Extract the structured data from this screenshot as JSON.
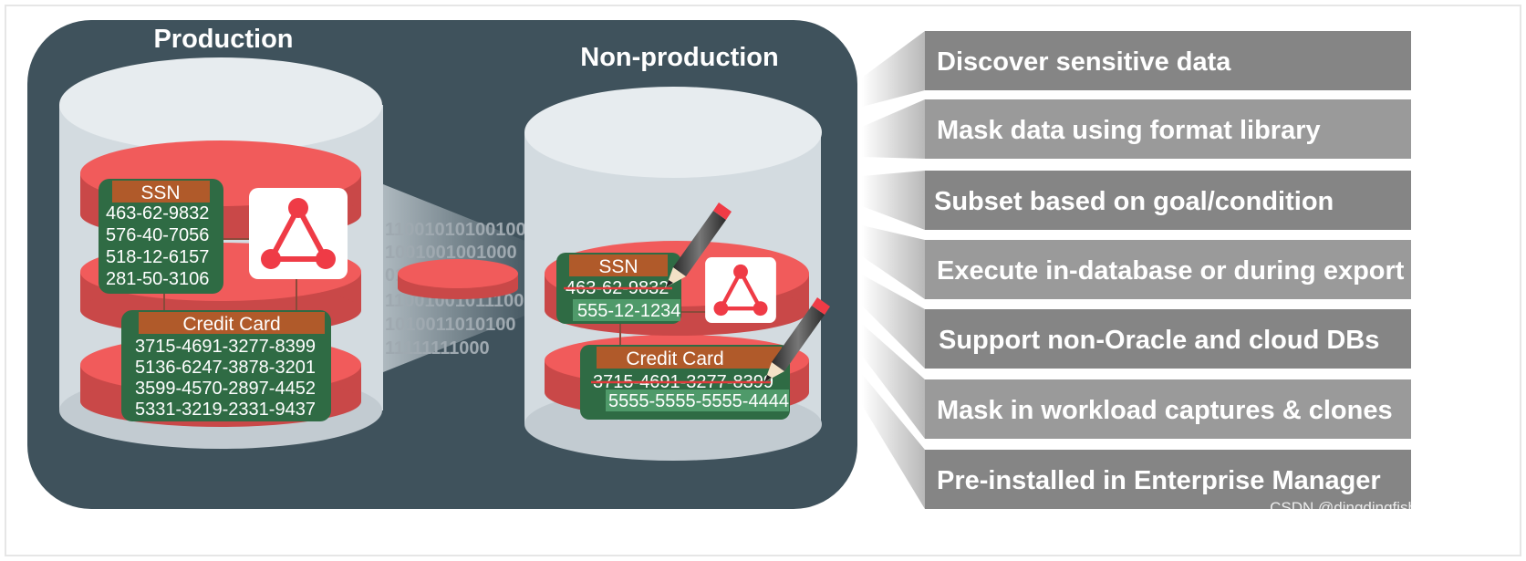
{
  "production": {
    "title": "Production",
    "ssn_label": "SSN",
    "ssn_values": [
      "463-62-9832",
      "576-40-7056",
      "518-12-6157",
      "281-50-3106"
    ],
    "cc_label": "Credit Card",
    "cc_values": [
      "3715-4691-3277-8399",
      "5136-6247-3878-3201",
      "3599-4570-2897-4452",
      "5331-3219-2331-9437"
    ]
  },
  "nonproduction": {
    "title": "Non-production",
    "ssn_label": "SSN",
    "ssn_original": "463-62-9832",
    "ssn_masked": "555-12-1234",
    "cc_label": "Credit Card",
    "cc_original": "3715-4691-3277-8399",
    "cc_masked": "5555-5555-5555-4444"
  },
  "binary_lines": [
    "11001010100100",
    "1001001001000",
    "01",
    "11001001011100",
    "1010011010100",
    "11111111000"
  ],
  "features": [
    "Discover sensitive data",
    "Mask data using format library",
    "Subset based on goal/condition",
    "Execute in-database or during export",
    "Support non-Oracle and cloud DBs",
    "Mask in workload captures & clones",
    "Pre-installed in Enterprise Manager"
  ],
  "watermark": "CSDN @dingdingfish",
  "colors": {
    "panel": "#3f525c",
    "cylinder": "#d3dbe0",
    "red_disk": "#f15b5b",
    "card_green": "#2f6b44",
    "label_brown": "#b05a2a",
    "feature_gray": "#8a8a8a"
  },
  "icons": [
    "masking-triangle-icon",
    "pencil-icon"
  ]
}
